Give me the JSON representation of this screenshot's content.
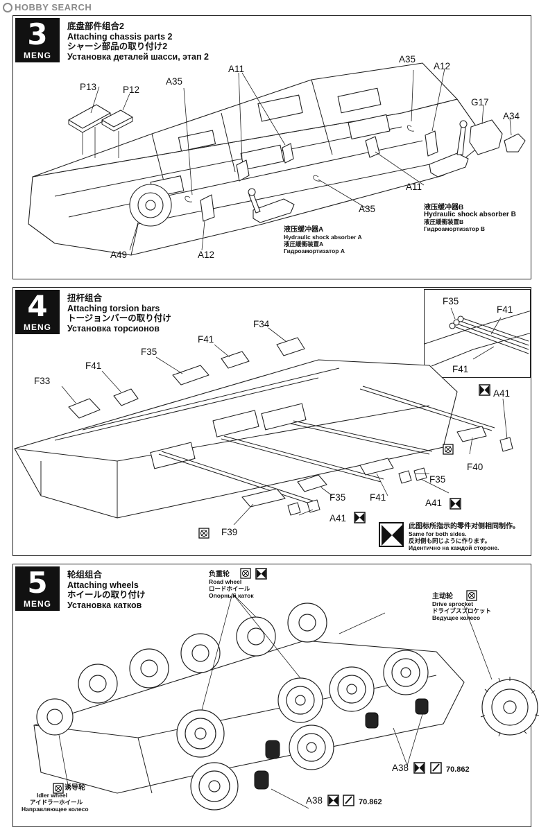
{
  "watermark": "HOBBY SEARCH",
  "brand": "MENG",
  "step3": {
    "number": "3",
    "title_zh": "底盘部件组合2",
    "title_en": "Attaching chassis parts 2",
    "title_ja": "シャーシ部品の取り付け2",
    "title_ru": "Установка деталей шасси, этап 2",
    "labels": {
      "p13": "P13",
      "p12": "P12",
      "a35_a": "A35",
      "a11_a": "A11",
      "a35_b": "A35",
      "a12_a": "A12",
      "g17": "G17",
      "a34": "A34",
      "a11_b": "A11",
      "a35_c": "A35",
      "a49": "A49",
      "a12_b": "A12"
    },
    "shock_a": {
      "zh": "液压缓冲器A",
      "en": "Hydraulic shock absorber A",
      "ja": "液圧緩衝装置A",
      "ru": "Гидроамортизатор A"
    },
    "shock_b": {
      "zh": "液压缓冲器B",
      "en": "Hydraulic shock absorber B",
      "ja": "液圧緩衝装置B",
      "ru": "Гидроамортизатор B"
    }
  },
  "step4": {
    "number": "4",
    "title_zh": "扭杆组合",
    "title_en": "Attaching torsion bars",
    "title_ja": "トージョンバーの取り付け",
    "title_ru": "Установка торсионов",
    "labels": {
      "f34": "F34",
      "f41_a": "F41",
      "f35_a": "F35",
      "f41_b": "F41",
      "f33": "F33",
      "a41_a": "A41",
      "f40": "F40",
      "f35_b": "F35",
      "a41_b": "A41",
      "f41_c": "F41",
      "f35_c": "F35",
      "a41_c": "A41",
      "f39": "F39"
    },
    "inset_labels": {
      "f35": "F35",
      "f41_a": "F41",
      "f41_b": "F41"
    },
    "both_sides": {
      "zh": "此图标所指示的零件对侧相同制作。",
      "en": "Same for both sides.",
      "ja": "反対側も同じように作ります。",
      "ru": "Идентично на каждой стороне."
    }
  },
  "step5": {
    "number": "5",
    "title_zh": "轮组组合",
    "title_en": "Attaching wheels",
    "title_ja": "ホイールの取り付け",
    "title_ru": "Установка катков",
    "road_wheel": {
      "zh": "负重轮",
      "en": "Road wheel",
      "ja": "ロードホイール",
      "ru": "Опорный каток"
    },
    "drive_sprocket": {
      "zh": "主动轮",
      "en": "Drive sprocket",
      "ja": "ドライブスプロケット",
      "ru": "Ведущее колесо"
    },
    "idler_wheel": {
      "zh": "诱导轮",
      "en": "Idler wheel",
      "ja": "アイドラーホイール",
      "ru": "Направляющее колесо"
    },
    "a38_a": "A38",
    "a38_b": "A38",
    "paint_code": "70.862",
    "paint_code_b": "70.862"
  },
  "colors": {
    "ink": "#111111",
    "paper": "#ffffff",
    "watermark": "#8a8a8a"
  }
}
